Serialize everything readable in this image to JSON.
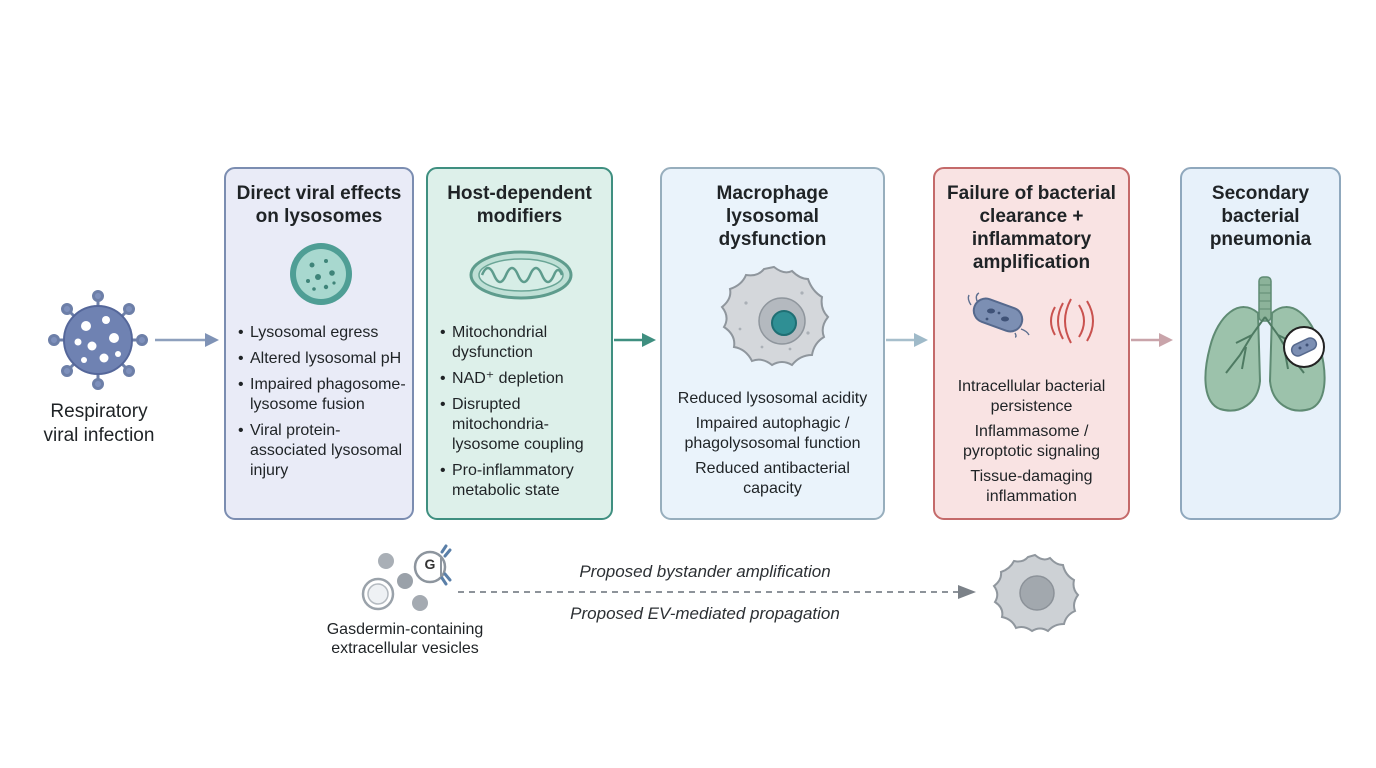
{
  "start": {
    "label_line1": "Respiratory",
    "label_line2": "viral infection"
  },
  "panels": [
    {
      "title_line1": "Direct viral effects",
      "title_line2": "on lysosomes",
      "items": [
        "Lysosomal egress",
        "Altered lysosomal pH",
        "Impaired phagosome-lysosome fusion",
        "Viral protein-associated lysosomal injury"
      ]
    },
    {
      "title_line1": "Host-dependent",
      "title_line2": "modifiers",
      "items": [
        "Mitochondrial dysfunction",
        "NAD⁺ depletion",
        "Disrupted mitochondria-lysosome coupling",
        "Pro-inflammatory metabolic state"
      ]
    },
    {
      "title_line1": "Macrophage",
      "title_line2": "lysosomal",
      "title_line3": "dysfunction",
      "items": [
        "Reduced lysosomal acidity",
        "Impaired autophagic / phagolysosomal function",
        "Reduced antibacterial capacity"
      ]
    },
    {
      "title_line1": "Failure of bacterial",
      "title_line2": "clearance +",
      "title_line3": "inflammatory",
      "title_line4": "amplification",
      "items": [
        "Intracellular bacterial persistence",
        "Inflammasome / pyroptotic signaling",
        "Tissue-damaging inflammation"
      ]
    },
    {
      "title_line1": "Secondary",
      "title_line2": "bacterial",
      "title_line3": "pneumonia"
    }
  ],
  "vesicles": {
    "label_line1": "Gasdermin-containing",
    "label_line2": "extracellular vesicles",
    "marker": "G"
  },
  "dashed_arrow": {
    "label_top": "Proposed bystander amplification",
    "label_bottom": "Proposed EV-mediated propagation"
  },
  "colors": {
    "panel1_bg": "#e9ebf7",
    "panel1_border": "#7b8db1",
    "panel2_bg": "#ddf0ea",
    "panel2_border": "#3f8f80",
    "panel3_bg": "#eaf3fb",
    "panel3_border": "#97aebd",
    "panel4_bg": "#f9e3e3",
    "panel4_border": "#c46a6a",
    "panel5_bg": "#e7f1fa",
    "panel5_border": "#8fa8bd"
  }
}
